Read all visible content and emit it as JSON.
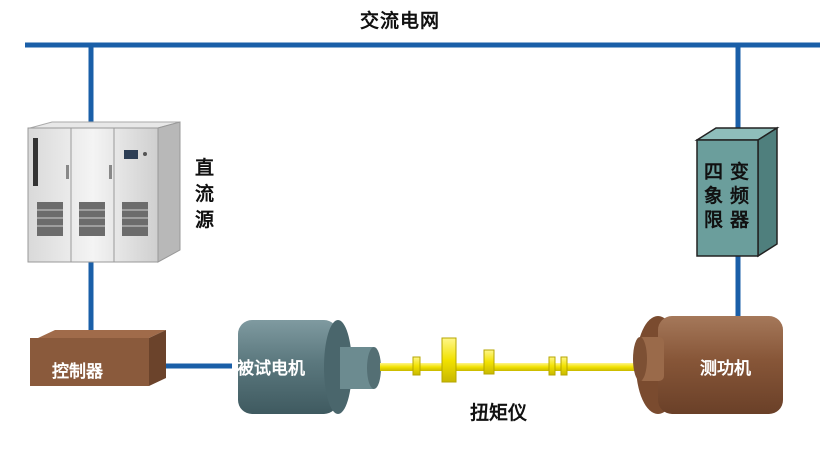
{
  "labels": {
    "grid": "交流电网",
    "dc_source": "直流源",
    "controller": "控制器",
    "motor_under_test": "被试电机",
    "torque_meter": "扭矩仪",
    "dynamometer": "测功机",
    "vfd_col1": "四象限",
    "vfd_col2": "变频器"
  },
  "colors": {
    "bus_line": "#1a5fa8",
    "controller_fill": "#8a5a3c",
    "motor_fill": "#5e7b80",
    "dyno_fill": "#8a5a3c",
    "vfd_fill": "#6b9e9c",
    "shaft": "#f2e200"
  },
  "icons": {
    "dc_cabinet": "power-cabinet-photo"
  }
}
